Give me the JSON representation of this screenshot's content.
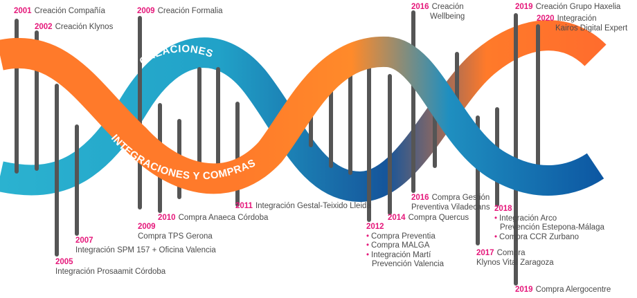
{
  "bands": {
    "creaciones": "CREACIONES",
    "integraciones": "INTEGRACIONES Y COMPRAS"
  },
  "colors": {
    "orange": "#ff7a2a",
    "teal": "#21a7c9",
    "navy": "#0a4f9e",
    "year": "#e5177a",
    "text": "#4a4a4a",
    "bar": "#555555"
  },
  "milestones": {
    "m2001": {
      "year": "2001",
      "text": "Creación Compañía"
    },
    "m2002": {
      "year": "2002",
      "text": "Creación Klynos"
    },
    "m2009a": {
      "year": "2009",
      "text": "Creación Formalia"
    },
    "m2016a": {
      "year": "2016",
      "text": "Creación",
      "text2": "Wellbeing"
    },
    "m2019a": {
      "year": "2019",
      "text": "Creación Grupo Haxelia"
    },
    "m2020": {
      "year": "2020",
      "text": "Integración",
      "text2": "Kairos Digital Expert"
    },
    "m2011": {
      "year": "2011",
      "text": "Integración Gestal-Teixido Lleida"
    },
    "m2010": {
      "year": "2010",
      "text": "Compra Anaeca Córdoba"
    },
    "m2009b": {
      "year": "2009",
      "text": "Compra TPS Gerona"
    },
    "m2007": {
      "year": "2007",
      "text": "Integración SPM 157 + Oficina Valencia"
    },
    "m2005": {
      "year": "2005",
      "text": "Integración Prosaamit Córdoba"
    },
    "m2016b": {
      "year": "2016",
      "text": "Compra Gestión",
      "text2": "Preventiva Viladecans"
    },
    "m2014": {
      "year": "2014",
      "text": "Compra Quercus"
    },
    "m2012": {
      "year": "2012",
      "items": [
        "Compra Preventia",
        "Compra MALGA",
        "Integración Martí",
        "Prevención Valencia"
      ]
    },
    "m2018": {
      "year": "2018",
      "items": [
        "Integración Arco",
        "Prevención Estepona-Málaga",
        "Compra CCR Zurbano"
      ]
    },
    "m2017": {
      "year": "2017",
      "text": "Compra",
      "text2": "Klynos Vital Zaragoza"
    },
    "m2019b": {
      "year": "2019",
      "text": "Compra Alergocentre"
    }
  }
}
